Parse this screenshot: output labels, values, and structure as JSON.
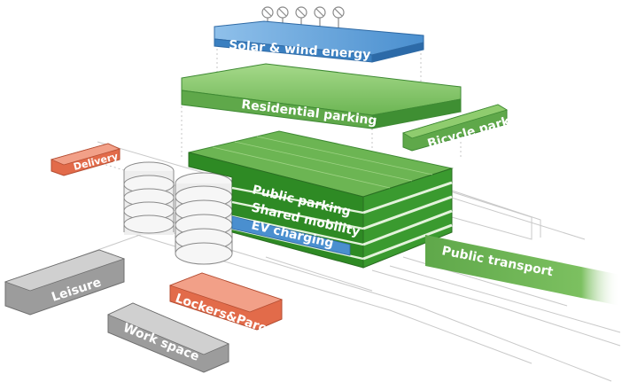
{
  "labels": {
    "energy": "Solar & wind energy",
    "residential": "Residential parking",
    "bicycle": "Bicycle parking",
    "delivery": "Delivery",
    "public_parking": "Public parking",
    "shared_mobility": "Shared mobility",
    "ev_charging": "EV charging",
    "public_transport": "Public transport",
    "leisure": "Leisure",
    "lockers": "Lockers&Parcels",
    "workspace": "Work space"
  },
  "colors": {
    "green": "#5fa84a",
    "green_light": "#8fcc6e",
    "green_dark": "#2f8a26",
    "blue": "#3a7fc0",
    "blue_light": "#7fb3e3",
    "orange": "#e26b4a",
    "orange_light": "#f2a088",
    "gray": "#9c9c9c",
    "gray_light": "#d0d0d0",
    "text_light": "#ffffff"
  },
  "icons": {
    "turbines": "wind-turbine-icon"
  }
}
